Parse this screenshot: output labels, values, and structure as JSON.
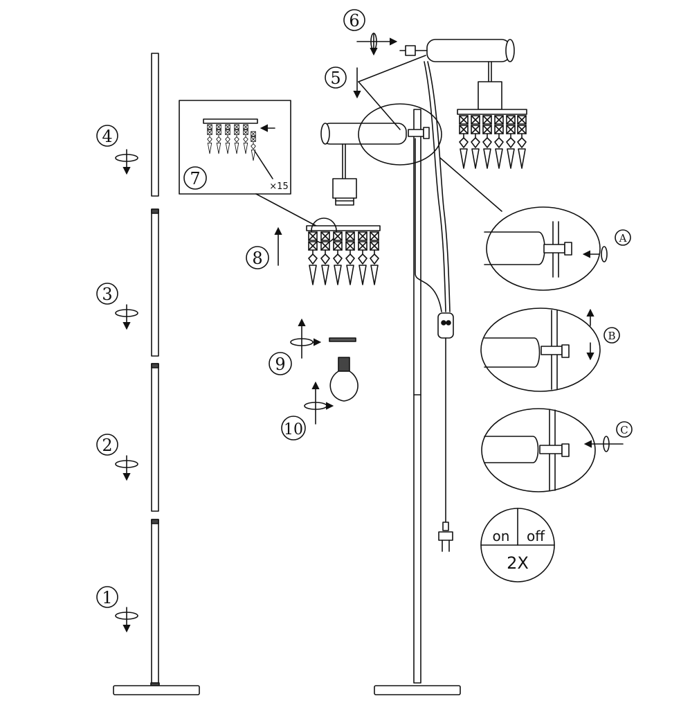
{
  "steps": [
    "1",
    "2",
    "3",
    "4",
    "5",
    "6",
    "7",
    "8",
    "9",
    "10"
  ],
  "details": [
    "A",
    "B",
    "C"
  ],
  "inset": {
    "count_label": "×15"
  },
  "switch": {
    "on": "on",
    "off": "off",
    "quantity": "2X"
  }
}
